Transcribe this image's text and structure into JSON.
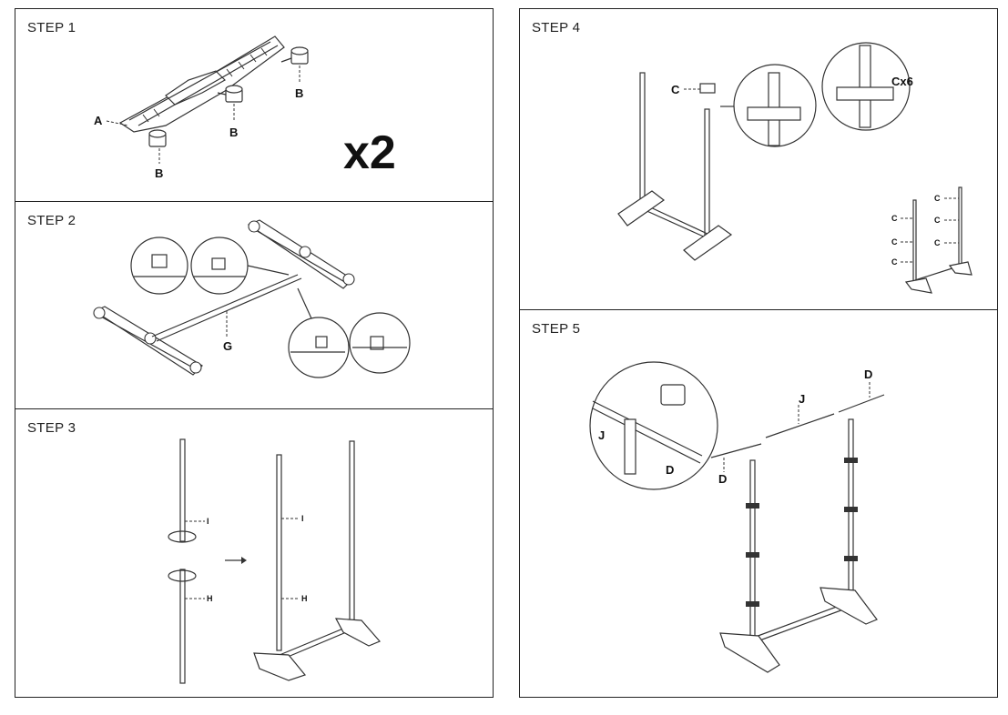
{
  "steps": [
    {
      "title": "STEP 1",
      "labels": {
        "a": "A",
        "b1": "B",
        "b2": "B",
        "b3": "B",
        "mult": "x2"
      }
    },
    {
      "title": "STEP 2",
      "labels": {
        "g": "G"
      }
    },
    {
      "title": "STEP 3",
      "labels": {
        "i1": "I",
        "h1": "H",
        "i2": "I",
        "h2": "H"
      }
    },
    {
      "title": "STEP 4",
      "labels": {
        "c": "C",
        "cx6": "Cx6",
        "c1": "C",
        "c2": "C",
        "c3": "C",
        "c4": "C",
        "c5": "C",
        "c6": "C"
      }
    },
    {
      "title": "STEP 5",
      "labels": {
        "j1": "J",
        "d1": "D",
        "j2": "J",
        "d2": "D",
        "d3": "D"
      }
    }
  ]
}
